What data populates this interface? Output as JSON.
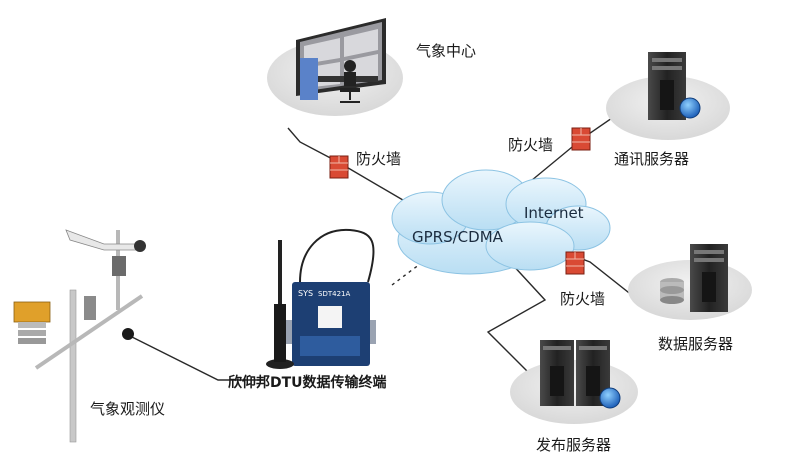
{
  "labels": {
    "weather_center": "气象中心",
    "comm_server": "通讯服务器",
    "data_server": "数据服务器",
    "publish_server": "发布服务器",
    "firewall_1": "防火墙",
    "firewall_2": "防火墙",
    "firewall_3": "防火墙",
    "internet": "Internet",
    "gprs_cdma": "GPRS/CDMA",
    "dtu": "欣仰邦DTU数据传输终端",
    "weather_instrument": "气象观测仪"
  },
  "device_text": {
    "logo": "SYS",
    "model": "SDT421A"
  },
  "colors": {
    "platform": "#e4e4e4",
    "line": "#2a2a2a",
    "cloud": "#cfe9f7",
    "firewall": "#d94a34",
    "server": "#2b2b2b",
    "dtu_body": "#1d3f73"
  }
}
